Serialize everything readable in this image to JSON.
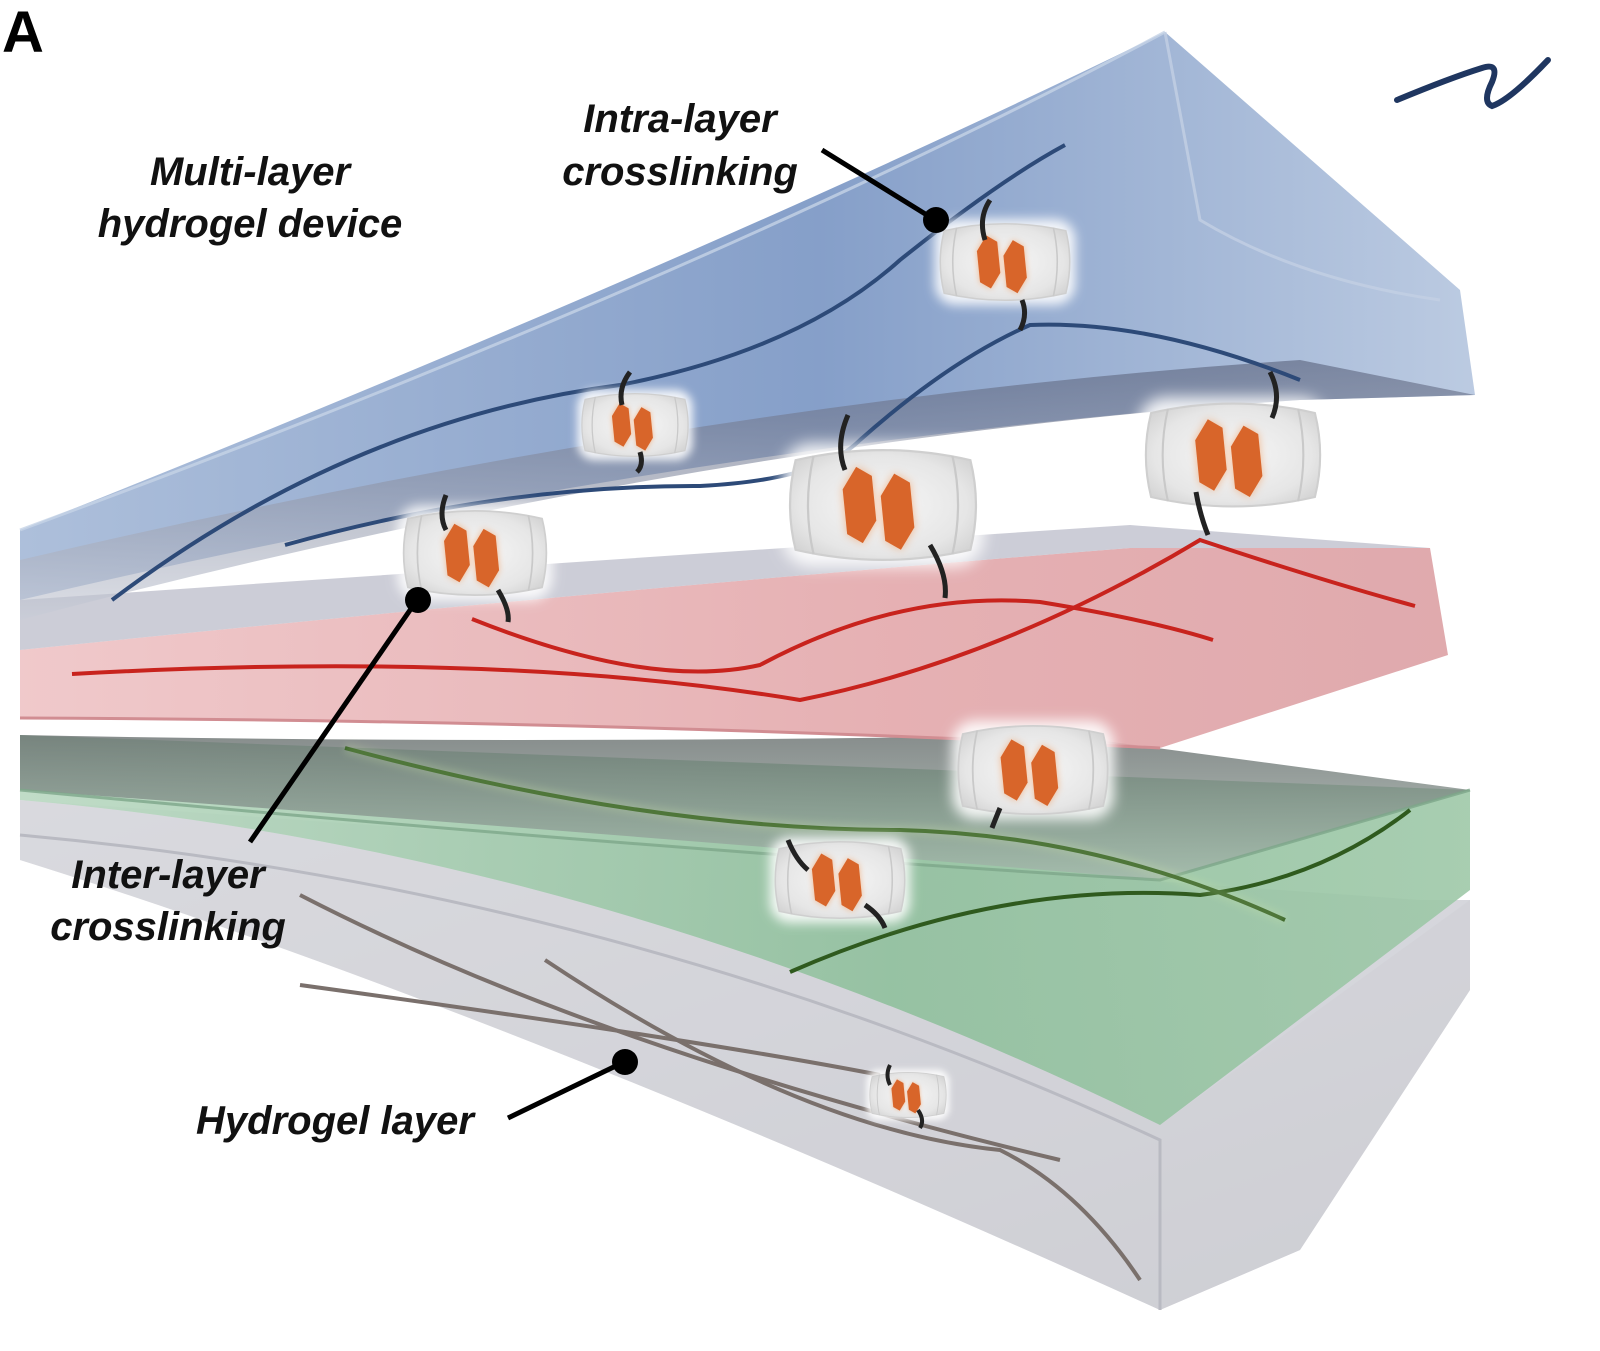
{
  "figure": {
    "panel_letter": "A",
    "labels": {
      "device_line1": "Multi-layer",
      "device_line2": "hydrogel device",
      "intra_line1": "Intra-layer",
      "intra_line2": "crosslinking",
      "inter_line1": "Inter-layer",
      "inter_line2": "crosslinking",
      "layer": "Hydrogel layer"
    }
  },
  "colors": {
    "blue_layer": "#7f9ac6",
    "red_layer": "#e3a8ab",
    "green_layer": "#8fbf9c",
    "gray_layer": "#d3d4da",
    "blue_chain": "#2d4a78",
    "red_chain": "#c8231d",
    "green_chain": "#2f5a1e",
    "gray_chain": "#7a706c",
    "crosslink_orange": "#d8652a",
    "leader_line": "#000000"
  },
  "icons": [
    "polymer-wave-icon",
    "crosslinker-capsule-icon",
    "leader-dot-icon"
  ]
}
